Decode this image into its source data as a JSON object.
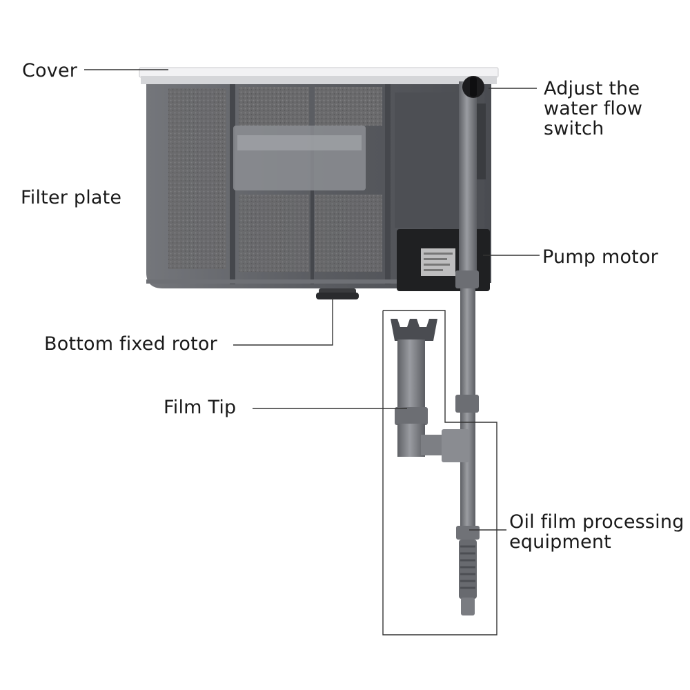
{
  "labels": {
    "cover": "Cover",
    "filter_plate": "Filter plate",
    "bottom_fixed_rotor": "Bottom fixed rotor",
    "film_tip": "Film Tip",
    "adjust_switch_line1": "Adjust the",
    "adjust_switch_line2": "water flow",
    "adjust_switch_line3": "switch",
    "pump_motor": "Pump motor",
    "oil_film_line1": "Oil film processing",
    "oil_film_line2": "equipment"
  },
  "colors": {
    "tank_body": "#5c5e63",
    "tank_dark": "#3e4045",
    "sponge": "#6b6b6b",
    "cover": "#e8e8ea",
    "pipe": "#77797e",
    "motor": "#1e1e20",
    "leader_line": "#333333"
  }
}
